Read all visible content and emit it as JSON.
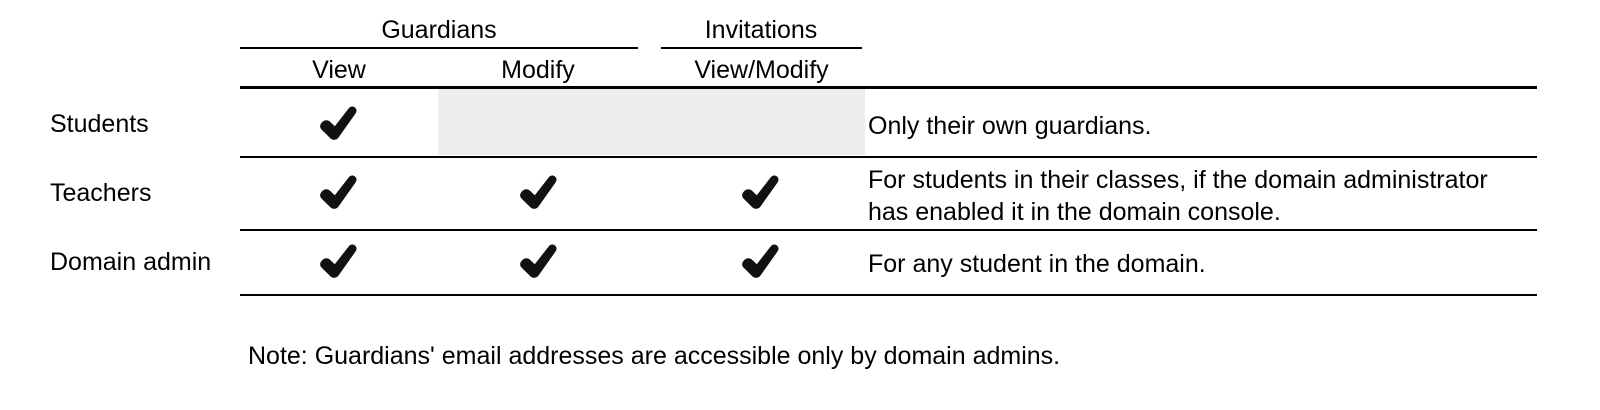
{
  "table": {
    "column_groups": [
      {
        "label": "Guardians",
        "span_columns": [
          "View",
          "Modify"
        ]
      },
      {
        "label": "Invitations",
        "span_columns": [
          "View/Modify"
        ]
      }
    ],
    "columns": [
      {
        "key": "guardians_view",
        "label": "View",
        "group": "Guardians"
      },
      {
        "key": "guardians_modify",
        "label": "Modify",
        "group": "Guardians"
      },
      {
        "key": "invitations_viewmodify",
        "label": "View/Modify",
        "group": "Invitations"
      },
      {
        "key": "notes",
        "label": "",
        "group": ""
      }
    ],
    "rows": [
      {
        "label": "Students",
        "guardians_view": "check",
        "guardians_modify": "shaded",
        "invitations_viewmodify": "shaded",
        "notes": "Only their own guardians."
      },
      {
        "label": "Teachers",
        "guardians_view": "check",
        "guardians_modify": "check",
        "invitations_viewmodify": "check",
        "notes": "For students in their classes, if the domain administrator\nhas enabled it in the domain console."
      },
      {
        "label": "Domain admin",
        "guardians_view": "check",
        "guardians_modify": "check",
        "invitations_viewmodify": "check",
        "notes": "For any student in the domain."
      }
    ],
    "footnote": "Note: Guardians' email addresses are accessible only by domain admins.",
    "icons": {
      "check": "check-mark-icon"
    },
    "colors": {
      "rule": "#000000",
      "text": "#000000",
      "shaded_cell": "#eeeeee",
      "background": "#ffffff"
    }
  }
}
